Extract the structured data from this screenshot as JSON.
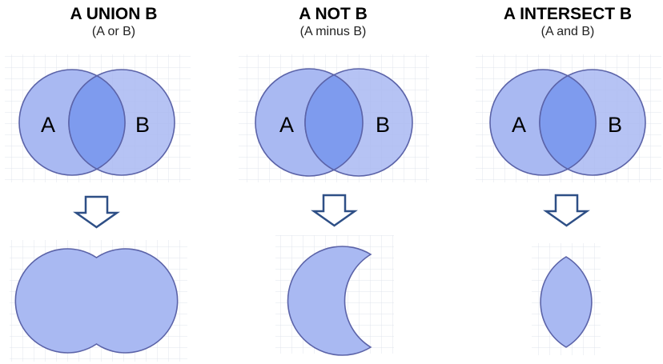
{
  "panels": [
    {
      "title": "A UNION B",
      "subtitle": "(A or B)",
      "set_a": "A",
      "set_b": "B",
      "operation": "union"
    },
    {
      "title": "A NOT B",
      "subtitle": "(A minus B)",
      "set_a": "A",
      "set_b": "B",
      "operation": "difference"
    },
    {
      "title": "A INTERSECT B",
      "subtitle": "(A and B)",
      "set_a": "A",
      "set_b": "B",
      "operation": "intersection"
    }
  ],
  "colors": {
    "circle_fill": "#a9b9f2",
    "overlap_fill": "#7e9bee",
    "result_fill": "#a9b9f2",
    "stroke": "#5b63a8",
    "arrow": "#2e4f86",
    "grid": "#e2e4ec"
  }
}
